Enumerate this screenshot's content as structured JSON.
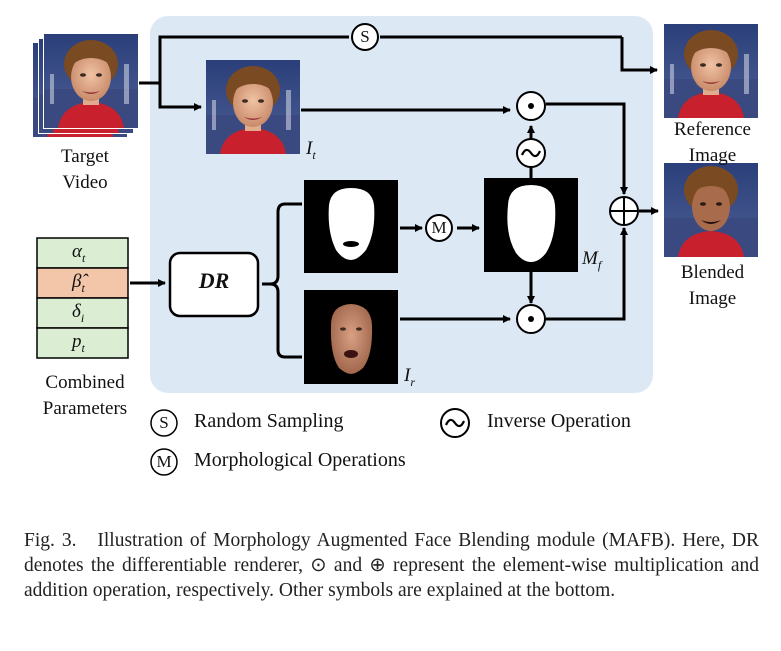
{
  "labels": {
    "target_video": "Target\nVideo",
    "reference_image": "Reference\nImage",
    "blended_image": "Blended\nImage",
    "combined_parameters": "Combined\nParameters",
    "dr": "DR",
    "it": "I",
    "it_sub": "t",
    "ir": "I",
    "ir_sub": "r",
    "mf": "M",
    "mf_sub": "f"
  },
  "params": [
    {
      "symbol": "α",
      "sub": "t",
      "color": "#dbedd3"
    },
    {
      "symbol": "β̂",
      "sub": "t",
      "color": "#f3c6a9"
    },
    {
      "symbol": "δ",
      "sub": "i",
      "color": "#dbedd3"
    },
    {
      "symbol": "p",
      "sub": "t",
      "color": "#dbedd3"
    }
  ],
  "symbols": {
    "sampling": "S",
    "morph": "M",
    "multiply": "⊙",
    "add": "⊕",
    "inverse": "~"
  },
  "legend": {
    "sampling": "Random Sampling",
    "inverse": "Inverse Operation",
    "morph": "Morphological Operations"
  },
  "caption": {
    "prefix": "Fig. 3.",
    "text": "Illustration of Morphology Augmented Face Blending module (MAFB). Here, DR denotes the differentiable renderer, ⊙ and ⊕ represent the element-wise multiplication and addition operation, respectively. Other symbols are explained at the bottom."
  },
  "colors": {
    "panel": "#dde8f5",
    "param_green": "#dbedd3",
    "param_orange": "#f3c6a9"
  }
}
